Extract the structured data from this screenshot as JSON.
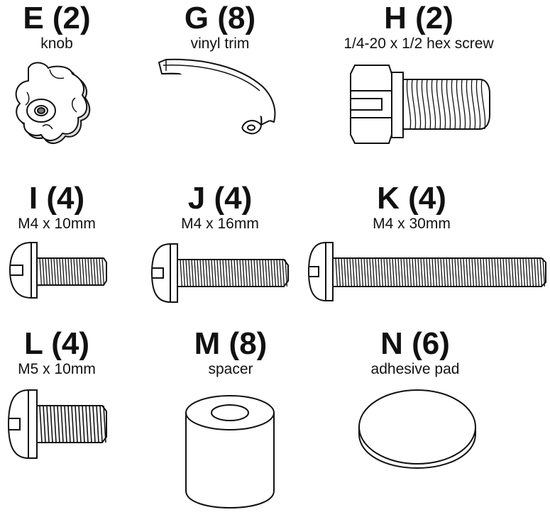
{
  "parts": [
    {
      "id": "E",
      "label": "E (2)",
      "desc": "knob"
    },
    {
      "id": "G",
      "label": "G (8)",
      "desc": "vinyl trim"
    },
    {
      "id": "H",
      "label": "H (2)",
      "desc": "1/4-20 x 1/2 hex screw"
    },
    {
      "id": "I",
      "label": "I (4)",
      "desc": "M4 x 10mm"
    },
    {
      "id": "J",
      "label": "J (4)",
      "desc": "M4 x 16mm"
    },
    {
      "id": "K",
      "label": "K (4)",
      "desc": "M4 x 30mm"
    },
    {
      "id": "L",
      "label": "L (4)",
      "desc": "M5 x 10mm"
    },
    {
      "id": "M",
      "label": "M (8)",
      "desc": "spacer"
    },
    {
      "id": "N",
      "label": "N (6)",
      "desc": "adhesive pad"
    }
  ],
  "colors": {
    "ink": "#111111",
    "paper": "#ffffff",
    "shade": "#e6e6e6"
  },
  "icons": [
    "star-knob-icon",
    "vinyl-trim-icon",
    "hex-screw-icon",
    "pan-head-screw-icon",
    "spacer-icon",
    "adhesive-pad-icon"
  ]
}
